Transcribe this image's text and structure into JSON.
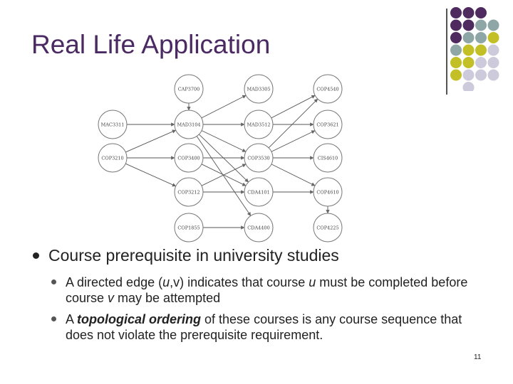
{
  "slide": {
    "title": "Real Life Application",
    "page_number": "11"
  },
  "bullets": {
    "main": "Course prerequisite in university studies",
    "sub1_prefix": "A directed edge (",
    "sub1_u": "u",
    "sub1_mid": ",v) indicates that course ",
    "sub1_u2": "u",
    "sub1_mid2": " must be completed before course ",
    "sub1_v": "v",
    "sub1_suffix": " may be attempted",
    "sub2_prefix": "A ",
    "sub2_term": "topological ordering",
    "sub2_suffix": " of these courses is any course sequence that does not violate the prerequisite requirement."
  },
  "graph": {
    "nodes": [
      {
        "id": "CAP3700",
        "col": 1,
        "row": 0
      },
      {
        "id": "MAD3305",
        "col": 2,
        "row": 0
      },
      {
        "id": "COP4540",
        "col": 3,
        "row": 0
      },
      {
        "id": "MAC3311",
        "col": 0,
        "row": 1
      },
      {
        "id": "MAD3104",
        "col": 1,
        "row": 1
      },
      {
        "id": "MAD3512",
        "col": 2,
        "row": 1
      },
      {
        "id": "COP3621",
        "col": 3,
        "row": 1
      },
      {
        "id": "COP3210",
        "col": 0,
        "row": 2
      },
      {
        "id": "COP3400",
        "col": 1,
        "row": 2
      },
      {
        "id": "COP3530",
        "col": 2,
        "row": 2
      },
      {
        "id": "CIS4610",
        "col": 3,
        "row": 2
      },
      {
        "id": "COP3212",
        "col": 1,
        "row": 3
      },
      {
        "id": "CDA4101",
        "col": 2,
        "row": 3
      },
      {
        "id": "COP4610",
        "col": 3,
        "row": 3
      },
      {
        "id": "COP1855",
        "col": 1,
        "row": 4
      },
      {
        "id": "CDA4400",
        "col": 2,
        "row": 4
      },
      {
        "id": "COP4225",
        "col": 3,
        "row": 4
      }
    ],
    "edges": [
      [
        "MAC3311",
        "MAD3104"
      ],
      [
        "COP3210",
        "MAD3104"
      ],
      [
        "COP3210",
        "COP3400"
      ],
      [
        "COP3210",
        "COP3212"
      ],
      [
        "CAP3700",
        "MAD3104"
      ],
      [
        "MAD3104",
        "MAD3305"
      ],
      [
        "MAD3104",
        "MAD3512"
      ],
      [
        "MAD3104",
        "COP3530"
      ],
      [
        "MAD3104",
        "CDA4101"
      ],
      [
        "MAD3104",
        "CDA4400"
      ],
      [
        "COP3400",
        "COP3530"
      ],
      [
        "COP3400",
        "CDA4101"
      ],
      [
        "COP3212",
        "COP3530"
      ],
      [
        "COP3212",
        "CDA4101"
      ],
      [
        "COP1855",
        "CDA4400"
      ],
      [
        "MAD3512",
        "COP4540"
      ],
      [
        "MAD3512",
        "COP3621"
      ],
      [
        "COP3530",
        "COP3621"
      ],
      [
        "COP3530",
        "CIS4610"
      ],
      [
        "COP3530",
        "COP4540"
      ],
      [
        "COP3530",
        "COP4610"
      ],
      [
        "CDA4101",
        "COP4610"
      ],
      [
        "COP4610",
        "COP4225"
      ]
    ]
  },
  "colors": {
    "title": "#4b2a63",
    "purple": "#4e2a5e",
    "teal": "#8fa6a6",
    "olive": "#c2c026",
    "lavender": "#cdcbdb"
  }
}
